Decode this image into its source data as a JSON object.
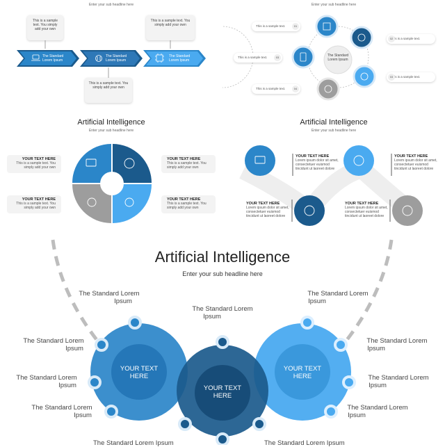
{
  "colors": {
    "dark": "#1b5a8c",
    "mid": "#2b86c9",
    "light": "#4aaaf0",
    "gray": "#9d9d9d"
  },
  "panel1": {
    "subtitle": "Enter your sub headline here",
    "cards": [
      "This is a sample text. You simply add your own",
      "This is a sample text. You simply add your own",
      "This is a sample text. You simply add your own"
    ],
    "chevrons": [
      {
        "line1": "The Standard",
        "line2": "Lorem Ipsum",
        "icon": "laptop-icon"
      },
      {
        "line1": "The Standard",
        "line2": "Lorem Ipsum",
        "icon": "brain-icon"
      },
      {
        "line1": "The Standard",
        "line2": "Lorem Ipsum",
        "icon": "chip-icon"
      }
    ]
  },
  "panel2": {
    "subtitle": "Enter your sub headline here",
    "center": {
      "line1": "The Standard",
      "line2": "Lorem Ipsum"
    },
    "pills": [
      {
        "text": "This is a sample text.",
        "num": "01"
      },
      {
        "text": "This is a sample text.",
        "num": "02"
      },
      {
        "text": "This is a sample text.",
        "num": "03"
      },
      {
        "text": "This is a sample text.",
        "num": "03"
      },
      {
        "text": "This is a sample text.",
        "num": "04"
      }
    ]
  },
  "panel3": {
    "title": "Artificial Intelligence",
    "subtitle": "Enter your sub headline here",
    "items": [
      {
        "head": "YOUR TEXT HERE",
        "body": "This is a sample text. You simply add your own"
      },
      {
        "head": "YOUR TEXT HERE",
        "body": "This is a sample text. You simply add your own"
      },
      {
        "head": "YOUR TEXT HERE",
        "body": "This is a sample text. You simply add your own"
      },
      {
        "head": "YOUR TEXT HERE",
        "body": "This is a sample text. You simply add your own"
      }
    ]
  },
  "panel4": {
    "title": "Artificial Intelligence",
    "subtitle": "Enter your sub headline here",
    "items": [
      {
        "head": "YOUR TEXT HERE",
        "body": "Lorem ipsum dolor sit amet, consectetuer euismod tincidunt ut laoreet dolore"
      },
      {
        "head": "YOUR TEXT HERE",
        "body": "Lorem ipsum dolor sit amet, consectetuer euismod tincidunt ut laoreet dolore"
      },
      {
        "head": "YOUR TEXT HERE",
        "body": "Lorem ipsum dolor sit amet, consectetuer euismod tincidunt ut laoreet dolore"
      },
      {
        "head": "YOUR TEXT HERE",
        "body": "Lorem ipsum dolor sit amet, consectetuer euismod tincidunt ut laoreet dolore"
      }
    ]
  },
  "main": {
    "title": "Artificial Intelligence",
    "subtitle": "Enter your sub headline here",
    "circles": [
      {
        "line1": "YOUR TEXT",
        "line2": "HERE"
      },
      {
        "line1": "YOUR TEXT",
        "line2": "HERE"
      },
      {
        "line1": "YOUR TEXT",
        "line2": "HERE"
      }
    ],
    "labels": [
      {
        "line1": "The Standard Lorem",
        "line2": "Ipsum"
      },
      {
        "line1": "The Standard Lorem",
        "line2": "Ipsum"
      },
      {
        "line1": "The Standard Lorem",
        "line2": "Ipsum"
      },
      {
        "line1": "The Standard Lorem",
        "line2": "Ipsum"
      },
      {
        "line1": "The Standard Lorem",
        "line2": "Ipsum"
      },
      {
        "line1": "The Standard Lorem",
        "line2": "Ipsum"
      },
      {
        "line1": "The Standard Lorem",
        "line2": "Ipsum"
      },
      {
        "line1": "The Standard Lorem",
        "line2": "Ipsum"
      },
      {
        "line1": "The Standard Lorem",
        "line2": "Ipsum"
      },
      {
        "line1": "The Standard Lorem Ipsum",
        "line2": ""
      },
      {
        "line1": "The Standard Lorem Ipsum",
        "line2": ""
      }
    ]
  }
}
